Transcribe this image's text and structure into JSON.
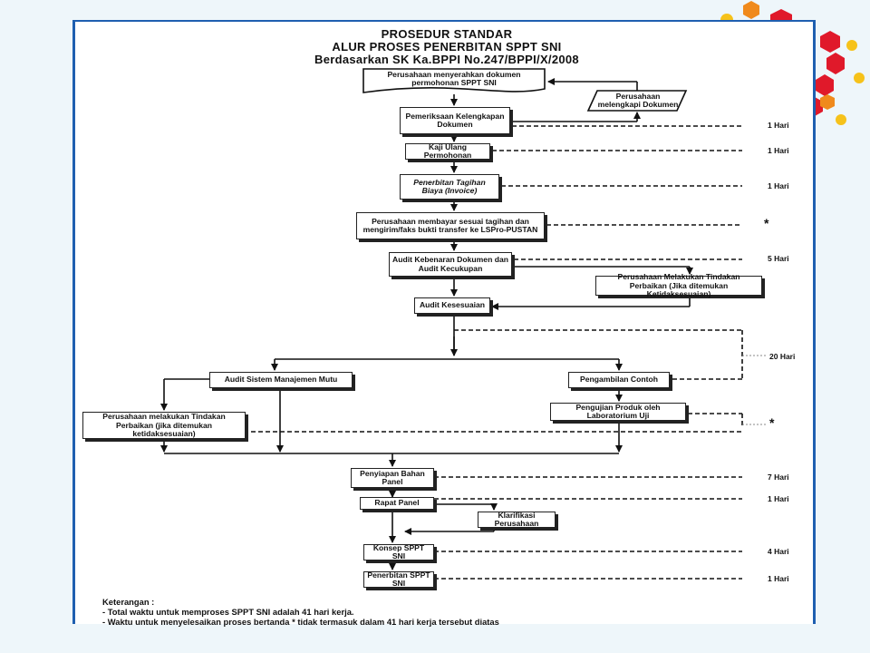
{
  "title": {
    "line1": "PROSEDUR STANDAR",
    "line2": "ALUR PROSES PENERBITAN SPPT SNI",
    "line3": "Berdasarkan SK Ka.BPPI No.247/BPPI/X/2008"
  },
  "steps": {
    "submit": "Perusahaan menyerahkan dokumen permohonan SPPT SNI",
    "complete_docs": "Perusahaan melengkapi Dokumen",
    "check": "Pemeriksaan Kelengkapan Dokumen",
    "review": "Kaji Ulang Permohonan",
    "invoice": "Penerbitan Tagihan Biaya (Invoice)",
    "payment": "Perusahaan membayar sesuai tagihan dan mengirim/faks bukti transfer ke LSPro-PUSTAN",
    "doc_audit": "Audit Kebenaran Dokumen dan Audit Kecukupan",
    "corrective1": "Perusahaan Melakukan Tindakan Perbaikan (Jika ditemukan Ketidaksesuaian)",
    "conformity_audit": "Audit Kesesuaian",
    "qms_audit": "Audit Sistem Manajemen Mutu",
    "sampling": "Pengambilan Contoh",
    "corrective2": "Perusahaan melakukan Tindakan Perbaikan (jika ditemukan ketidaksesuaian)",
    "lab_test": "Pengujian Produk oleh Laboratorium Uji",
    "panel_prep": "Penyiapan Bahan Panel",
    "panel_meeting": "Rapat Panel",
    "clarification": "Klarifikasi Perusahaan",
    "draft": "Konsep SPPT SNI",
    "issuance": "Penerbitan SPPT SNI"
  },
  "durations": {
    "check": "1 Hari",
    "review": "1 Hari",
    "invoice": "1 Hari",
    "payment": "*",
    "doc_audit": "5 Hari",
    "audit_sampling": "20 Hari",
    "lab_test": "*",
    "panel_prep": "7 Hari",
    "panel_meeting": "1 Hari",
    "draft": "4 Hari",
    "issuance": "1 Hari"
  },
  "notes": {
    "heading": "Keterangan :",
    "line1": "- Total waktu untuk memproses SPPT SNI adalah 41 hari kerja.",
    "line2": "- Waktu untuk menyelesaikan proses bertanda * tidak termasuk dalam 41 hari kerja tersebut diatas"
  },
  "colors": {
    "frame": "#1f5fb0",
    "hex_red": "#e0192a",
    "hex_yellow": "#f6c21a",
    "hex_orange": "#f08a1c"
  }
}
